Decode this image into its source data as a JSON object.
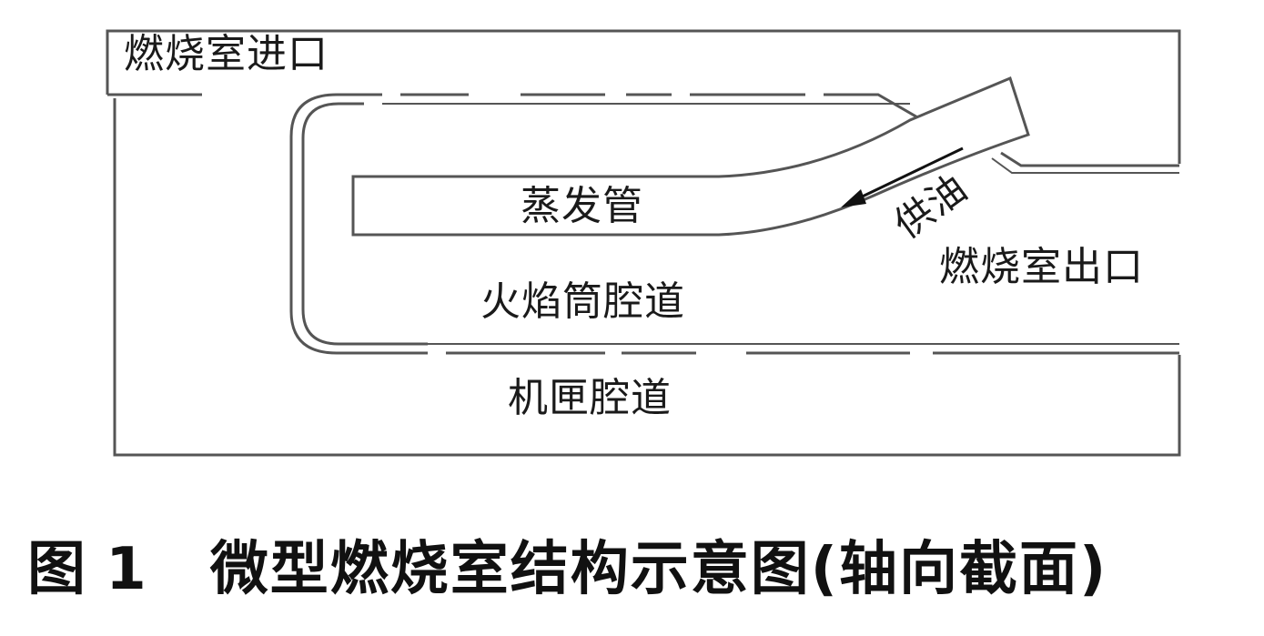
{
  "labels": {
    "inlet": "燃烧室进口",
    "evaporator": "蒸发管",
    "flame_tube": "火焰筒腔道",
    "casing": "机匣腔道",
    "outlet": "燃烧室出口",
    "oil_supply": "供油"
  },
  "caption": {
    "number": "图 1",
    "text": "微型燃烧室结构示意图(轴向截面)"
  },
  "colors": {
    "line": "#555555",
    "text": "#1a1a1a"
  }
}
